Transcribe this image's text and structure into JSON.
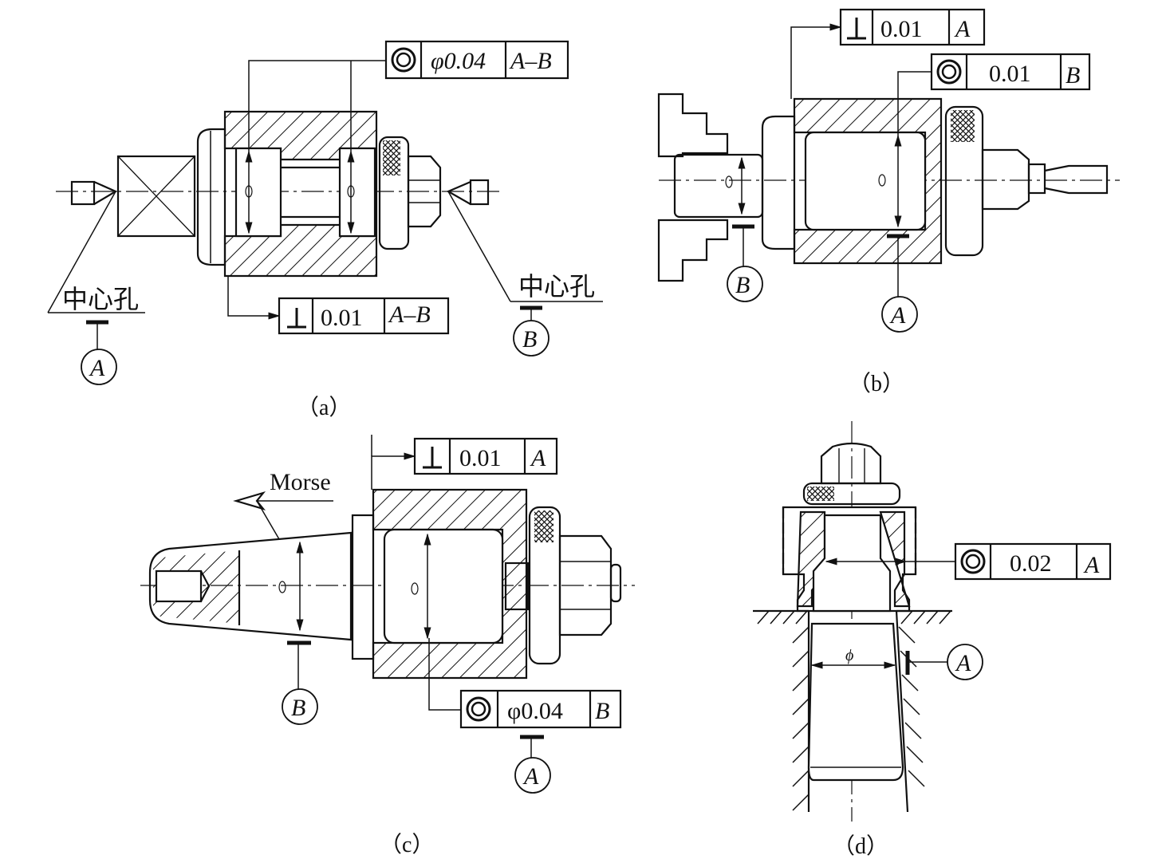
{
  "panels": {
    "a": {
      "label": "（a）",
      "fcf_top": {
        "symbol": "concentricity",
        "tol": "φ0.04",
        "datum": "A–B"
      },
      "fcf_bottom": {
        "symbol": "perpendicularity",
        "tol": "0.01",
        "datum": "A–B"
      },
      "note_left": "中心孔",
      "note_right": "中心孔",
      "datum_left": "A",
      "datum_right": "B"
    },
    "b": {
      "label": "（b）",
      "fcf_top": {
        "symbol": "perpendicularity",
        "tol": "0.01",
        "datum": "A"
      },
      "fcf_mid": {
        "symbol": "concentricity",
        "tol": "0.01",
        "datum": "B"
      },
      "datum_left": "B",
      "datum_right": "A"
    },
    "c": {
      "label": "（c）",
      "fcf_top": {
        "symbol": "perpendicularity",
        "tol": "0.01",
        "datum": "A"
      },
      "fcf_bottom": {
        "symbol": "concentricity",
        "tol": "φ0.04",
        "datum": "B"
      },
      "note": "Morse",
      "datum_left": "B",
      "datum_right": "A"
    },
    "d": {
      "label": "（d）",
      "fcf": {
        "symbol": "concentricity",
        "tol": "0.02",
        "datum": "A"
      },
      "datum": "A"
    }
  }
}
